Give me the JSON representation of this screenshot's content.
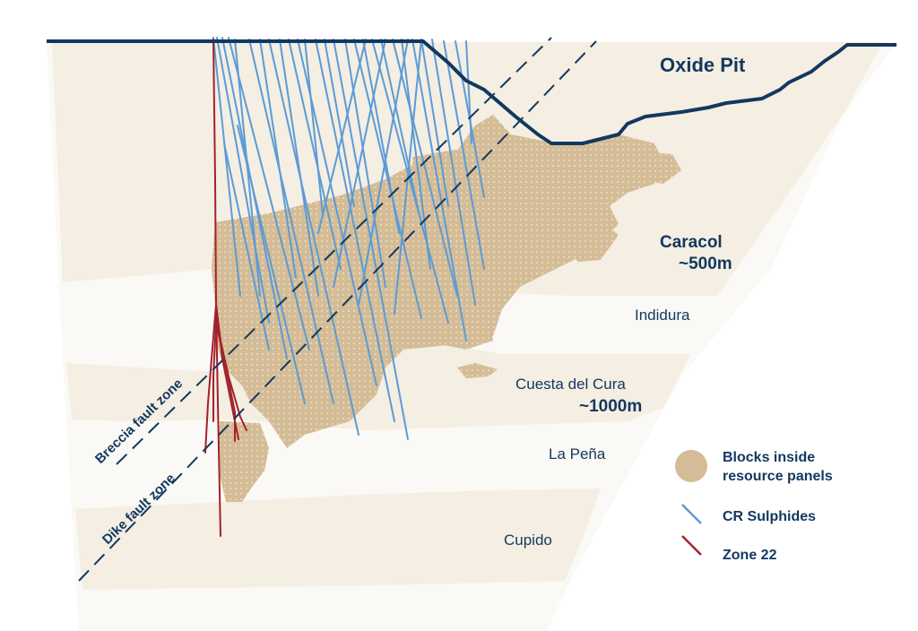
{
  "labels": {
    "oxide_pit": "Oxide Pit",
    "caracol": "Caracol",
    "caracol_depth": "~500m",
    "indidura": "Indidura",
    "cuesta": "Cuesta del Cura",
    "cuesta_depth": "~1000m",
    "la_pena": "La Peña",
    "cupido": "Cupido",
    "breccia_fault": "Breccia fault zone",
    "dike_fault": "Dike fault zone"
  },
  "legend": {
    "blocks_line1": "Blocks inside",
    "blocks_line2": "resource panels",
    "cr_sulphides": "CR Sulphides",
    "zone22": "Zone 22"
  },
  "colors": {
    "navy": "#12385f",
    "strata": "#f4eee3",
    "blocks": "#d4bc96",
    "cr_sulphides": "#5b9bd5",
    "zone22": "#a3212c",
    "background": "#ffffff"
  }
}
